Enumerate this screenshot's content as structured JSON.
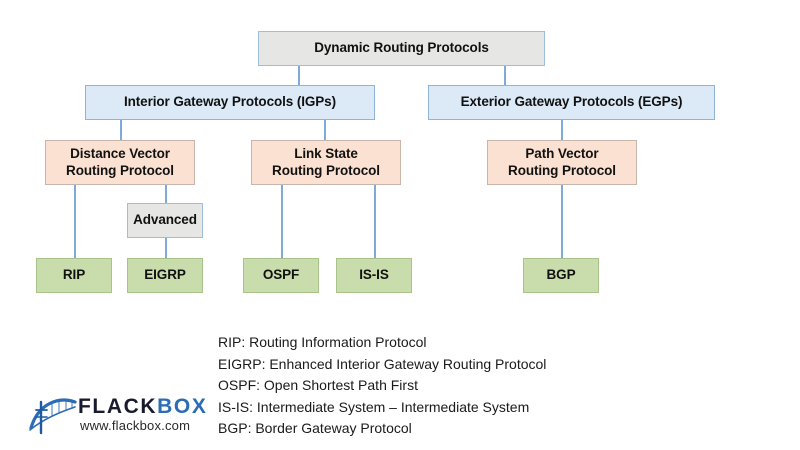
{
  "diagram": {
    "title": "Dynamic Routing Protocols",
    "root": {
      "label": "Dynamic Routing Protocols"
    },
    "gateways": [
      {
        "label": "Interior Gateway Protocols (IGPs)"
      },
      {
        "label": "Exterior Gateway Protocols (EGPs)"
      }
    ],
    "families": [
      {
        "line1": "Distance Vector",
        "line2": "Routing Protocol"
      },
      {
        "line1": "Link State",
        "line2": "Routing Protocol"
      },
      {
        "line1": "Path Vector",
        "line2": "Routing Protocol"
      }
    ],
    "advanced": {
      "label": "Advanced"
    },
    "protocols": [
      {
        "label": "RIP"
      },
      {
        "label": "EIGRP"
      },
      {
        "label": "OSPF"
      },
      {
        "label": "IS-IS"
      },
      {
        "label": "BGP"
      }
    ]
  },
  "legend": [
    "RIP: Routing Information Protocol",
    "EIGRP: Enhanced Interior Gateway Routing Protocol",
    "OSPF: Open Shortest Path First",
    "IS-IS: Intermediate System – Intermediate System",
    "BGP: Border Gateway Protocol"
  ],
  "logo": {
    "word_dark": "FLACK",
    "word_blue": "BOX",
    "url": "www.flackbox.com"
  },
  "colors": {
    "root_fill": "#E6E6E4",
    "gateway_fill": "#DCE9F6",
    "family_fill": "#FBE1D1",
    "protocol_fill": "#C9DCAB",
    "connector": "#7FAADC",
    "logo_blue": "#2B6CB5",
    "background": "#FFFFFF"
  }
}
